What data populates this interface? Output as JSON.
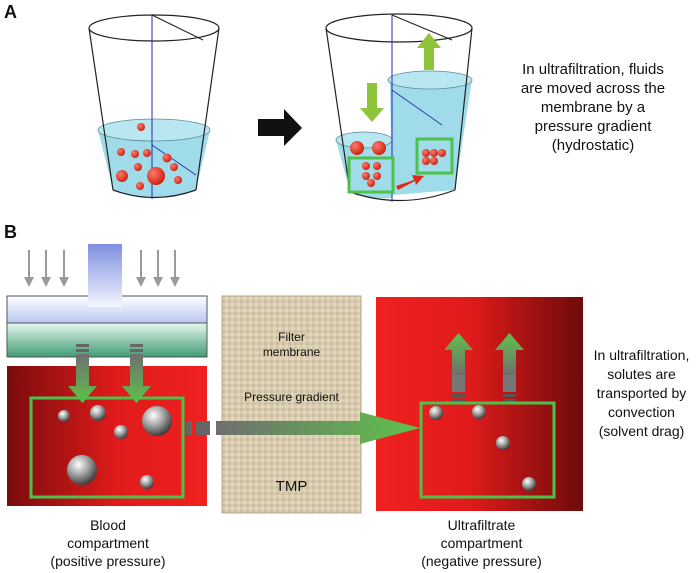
{
  "panel_a": {
    "letter": "A",
    "caption_lines": [
      "In ultrafiltration, fluids",
      "are moved across the",
      "membrane by a",
      "pressure gradient",
      "(hydrostatic)"
    ]
  },
  "panel_b": {
    "letter": "B",
    "filter_membrane_lines": [
      "Filter",
      "membrane"
    ],
    "pressure_gradient": "Pressure gradient",
    "tmp": "TMP",
    "blood_lines": [
      "Blood",
      "compartment",
      "(positive pressure)"
    ],
    "ultrafiltrate_lines": [
      "Ultrafiltrate",
      "compartment",
      "(negative pressure)"
    ],
    "caption_lines": [
      "In ultrafiltration,",
      "solutes are",
      "transported by",
      "convection",
      "(solvent drag)"
    ]
  },
  "colors": {
    "water": "#9fdbe8",
    "particle": "#e23a28",
    "green_box": "#4cc24c",
    "green_arrow": "#8ec43a",
    "red_compartment": "#e01b1b",
    "membrane": "#d8cbb0"
  }
}
